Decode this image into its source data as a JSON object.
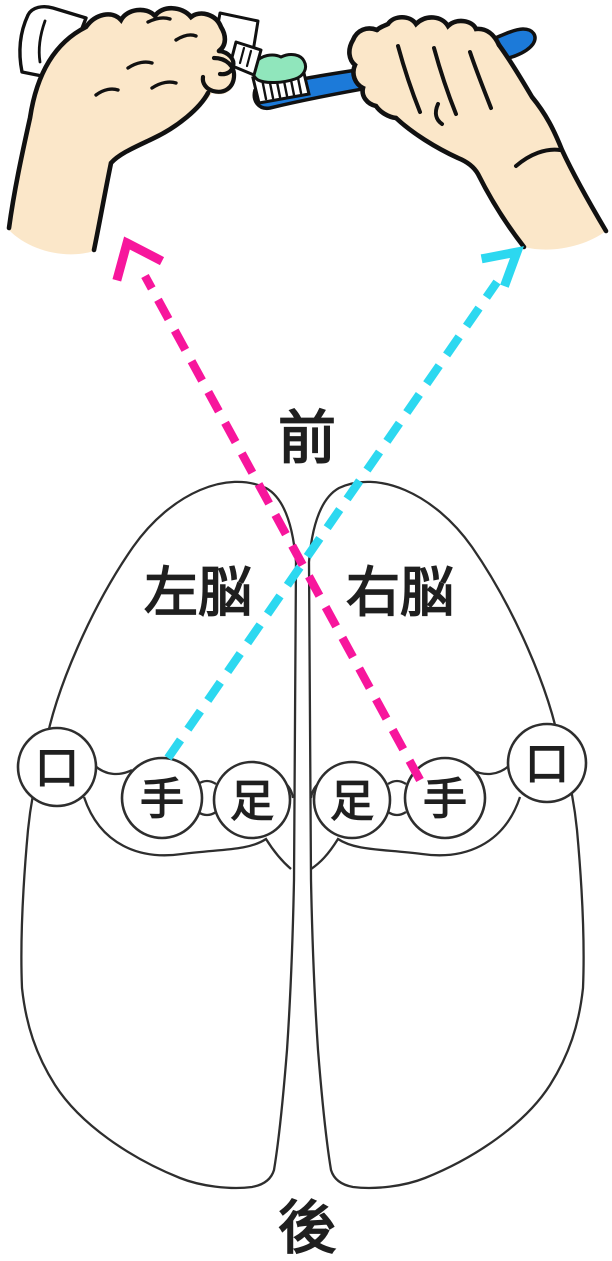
{
  "figure": {
    "front_label": "前",
    "back_label": "後",
    "left_hemisphere_label": "左脳",
    "right_hemisphere_label": "右脳",
    "left_strip_circles": [
      {
        "label": "口"
      },
      {
        "label": "手"
      },
      {
        "label": "足"
      }
    ],
    "right_strip_circles": [
      {
        "label": "足"
      },
      {
        "label": "手"
      },
      {
        "label": "口"
      }
    ],
    "colors": {
      "magenta_arrow": "#F7169C",
      "cyan_arrow": "#2CD8F0",
      "toothbrush_blue": "#1C7AD9",
      "toothpaste_green": "#90E6BC",
      "skin": "#FBE7C9",
      "outline_black": "#111111",
      "brain_line": "#2E2E2E"
    }
  }
}
